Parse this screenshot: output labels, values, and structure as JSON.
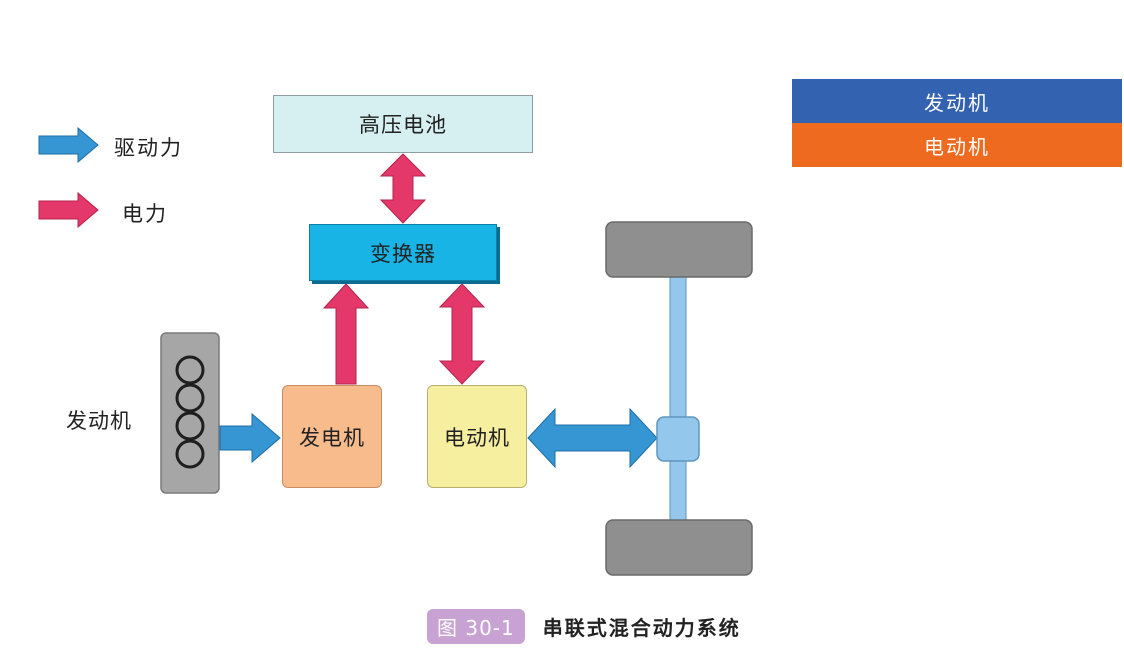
{
  "legend_arrows": {
    "drive_force": "驱动力",
    "electric_power": "电力"
  },
  "components": {
    "battery": "高压电池",
    "converter": "变换器",
    "generator": "发电机",
    "motor": "电动机",
    "engine_label": "发动机"
  },
  "legend_panel": {
    "engine": {
      "label": "发动机",
      "color": "#3362b0"
    },
    "motor": {
      "label": "电动机",
      "color": "#ee6a1e"
    }
  },
  "caption": {
    "tag": "图 30-1",
    "title": "串联式混合动力系统"
  },
  "colors": {
    "drive_arrow": "#3696d3",
    "power_arrow": "#e5386a",
    "wheel": "#8f8f8f",
    "axle": "#94c7ec"
  }
}
